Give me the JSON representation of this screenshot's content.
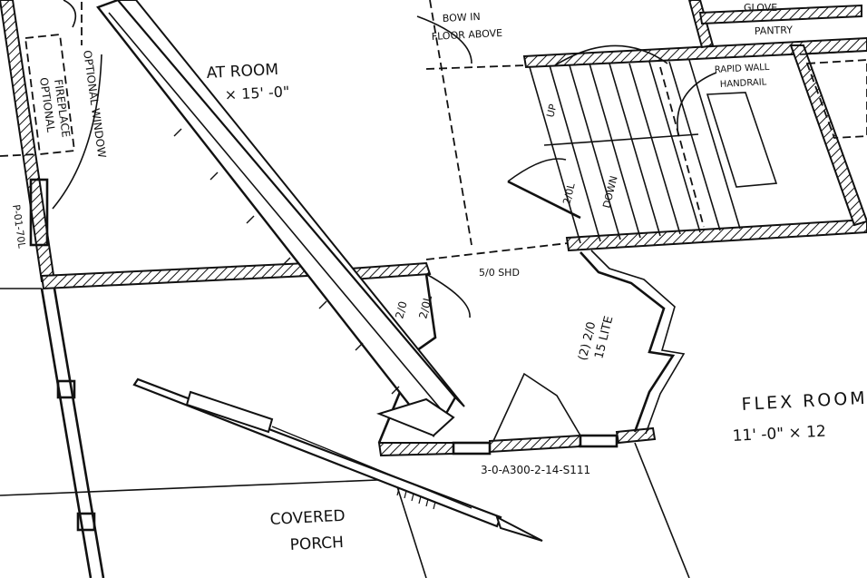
{
  "labels": {
    "great_room": "AT ROOM",
    "great_room_dim": "× 15' -0\"",
    "optional_fireplace_1": "OPTIONAL",
    "optional_fireplace_2": "FIREPLACE",
    "optional_window": "OPTIONAL WINDOW",
    "window_code_left": "P-01-70L",
    "bow_note_1": "BOW IN",
    "bow_note_2": "FLOOR ABOVE",
    "glove": "GLOVE",
    "pantry": "PANTRY",
    "handrail_1": "RAPID WALL",
    "handrail_2": "HANDRAIL",
    "stairs_up": "UP",
    "stairs_down": "DOWN",
    "door_small": "2/0L",
    "door_entry": "2/0L",
    "door_closet": "2/0",
    "header": "5/0 SHD",
    "sidelite_1": "(2) 2/0",
    "sidelite_2": "15 LITE",
    "window_code_bottom": "3-0-A300-2-14-S111",
    "flex_room": "FLEX ROOM",
    "flex_room_dim": "11' -0\"   ×  12",
    "covered_porch_1": "COVERED",
    "covered_porch_2": "PORCH"
  },
  "colors": {
    "ink": "#111111",
    "paper": "#ffffff"
  },
  "icons": {
    "pencil": "mechanical-pencil-icon",
    "ruler": "scale-ruler-icon"
  }
}
